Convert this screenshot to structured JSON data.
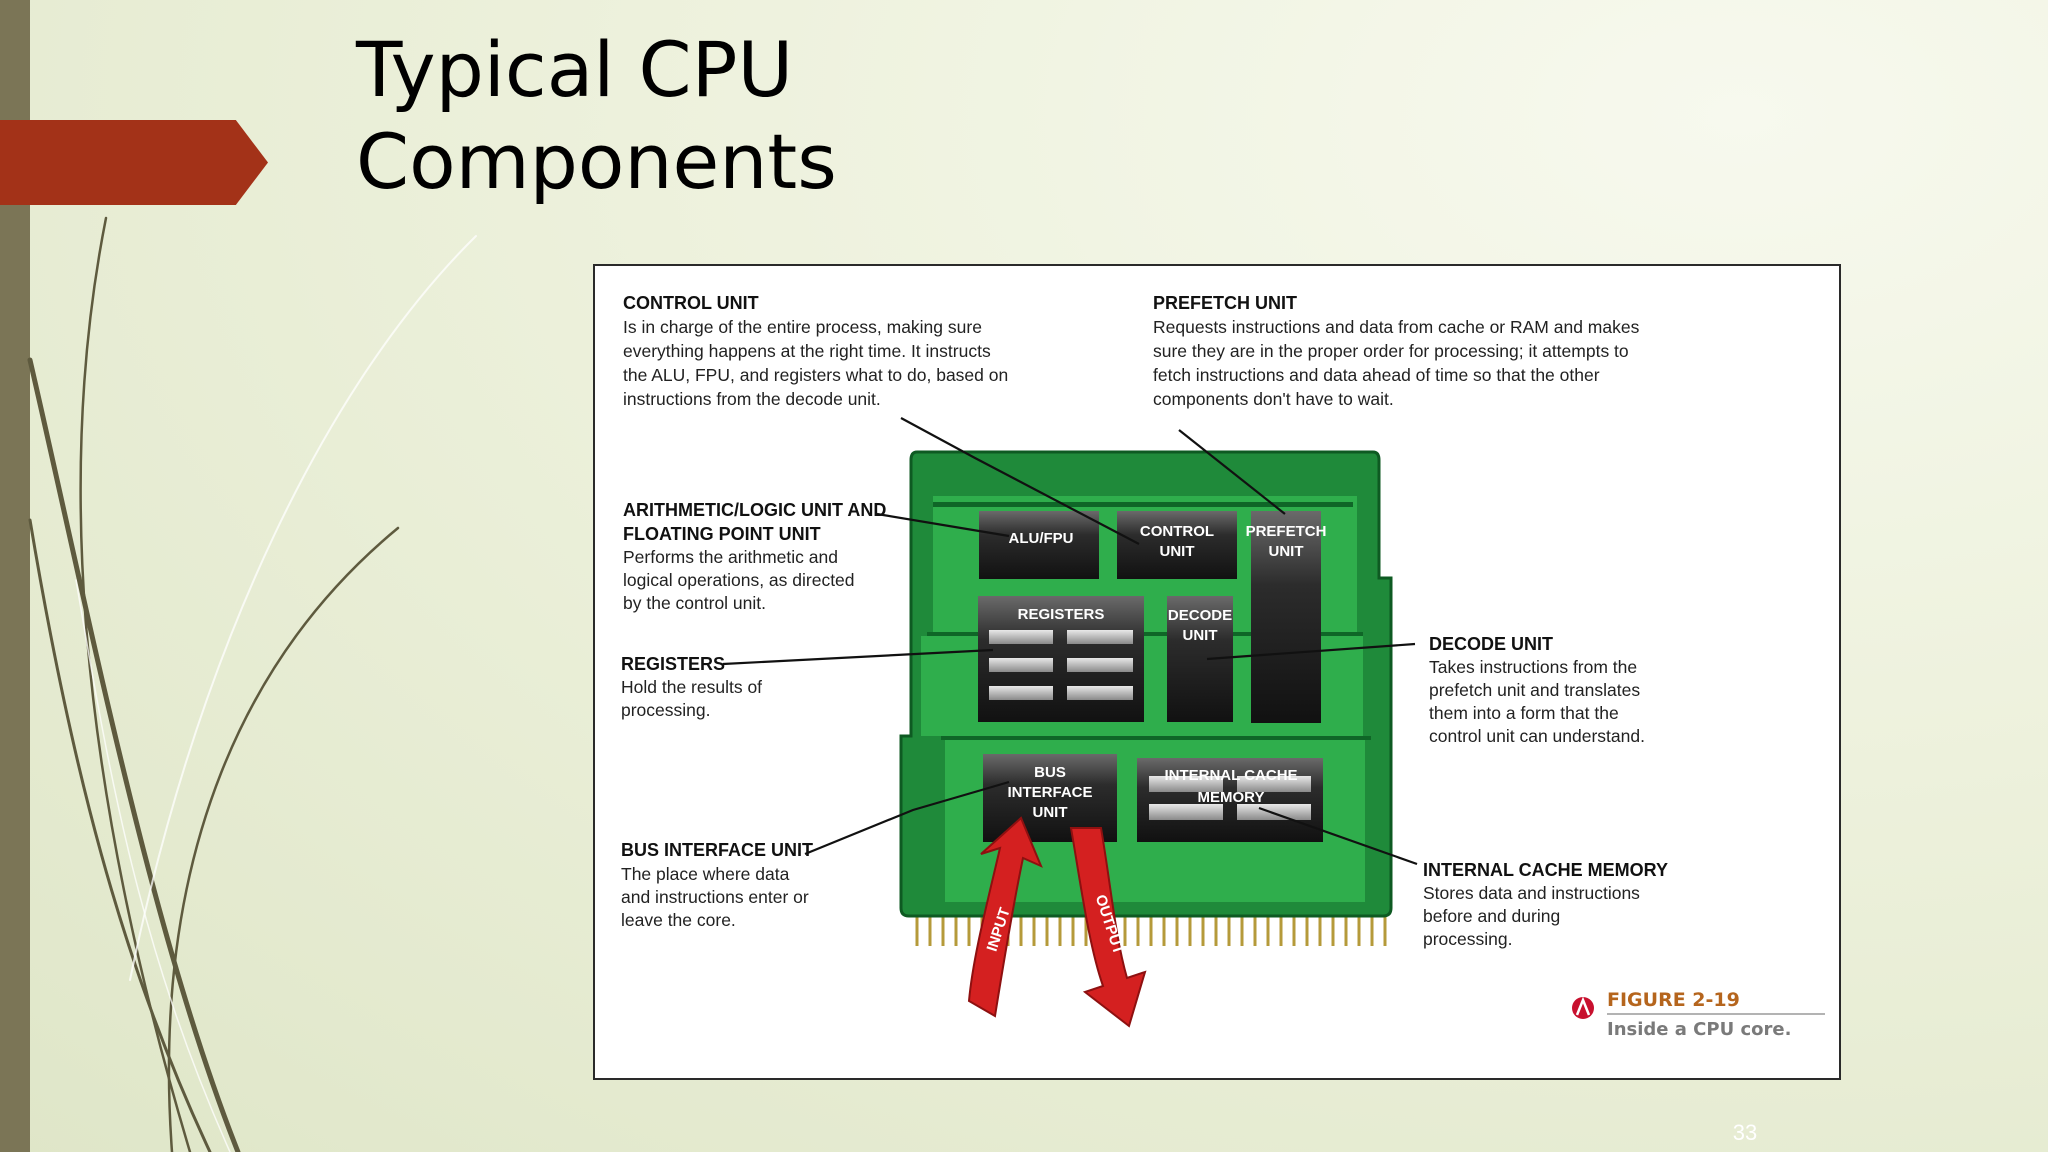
{
  "slide": {
    "title_line1": "Typical CPU",
    "title_line2": "Components",
    "page_number": "33"
  },
  "figure": {
    "figure_number": "FIGURE 2-19",
    "caption": "Inside a CPU core.",
    "callouts": {
      "control_unit": {
        "heading": "CONTROL UNIT",
        "lines": [
          "Is in charge of the entire process, making sure",
          "everything happens at the right time. It instructs",
          "the ALU, FPU, and registers what to do, based on",
          "instructions from the decode unit."
        ]
      },
      "prefetch_unit": {
        "heading": "PREFETCH UNIT",
        "lines": [
          "Requests instructions and data from cache or RAM and makes",
          "sure they are in the proper order for processing; it attempts to",
          "fetch instructions and data ahead of time so that the other",
          "components don't have to wait."
        ]
      },
      "alu_fpu": {
        "heading_line1": "ARITHMETIC/LOGIC UNIT AND",
        "heading_line2": "FLOATING POINT UNIT",
        "lines": [
          "Performs the arithmetic and",
          "logical operations, as directed",
          "by the control unit."
        ]
      },
      "registers": {
        "heading": "REGISTERS",
        "lines": [
          "Hold the results of",
          "processing."
        ]
      },
      "decode_unit": {
        "heading": "DECODE UNIT",
        "lines": [
          "Takes instructions from the",
          "prefetch unit and translates",
          "them into a form that the",
          "control unit can understand."
        ]
      },
      "bus_interface_unit": {
        "heading": "BUS INTERFACE UNIT",
        "lines": [
          "The place where data",
          "and instructions enter or",
          "leave the core."
        ]
      },
      "internal_cache_memory": {
        "heading": "INTERNAL CACHE MEMORY",
        "lines": [
          "Stores data and instructions",
          "before and during",
          "processing."
        ]
      }
    },
    "chip_labels": {
      "alu_fpu": "ALU/FPU",
      "control_line1": "CONTROL",
      "control_line2": "UNIT",
      "prefetch_line1": "PREFETCH",
      "prefetch_line2": "UNIT",
      "registers": "REGISTERS",
      "decode_line1": "DECODE",
      "decode_line2": "UNIT",
      "bus_line1": "BUS",
      "bus_line2": "INTERFACE",
      "bus_line3": "UNIT",
      "cache_line1": "INTERNAL CACHE",
      "cache_line2": "MEMORY",
      "input": "INPUT",
      "output": "OUTPUT"
    }
  },
  "colors": {
    "accent_arrow": "#a33218",
    "side_strip": "#7b7556",
    "board_green": "#1f8a3a",
    "flow_arrow_red": "#d42020"
  }
}
